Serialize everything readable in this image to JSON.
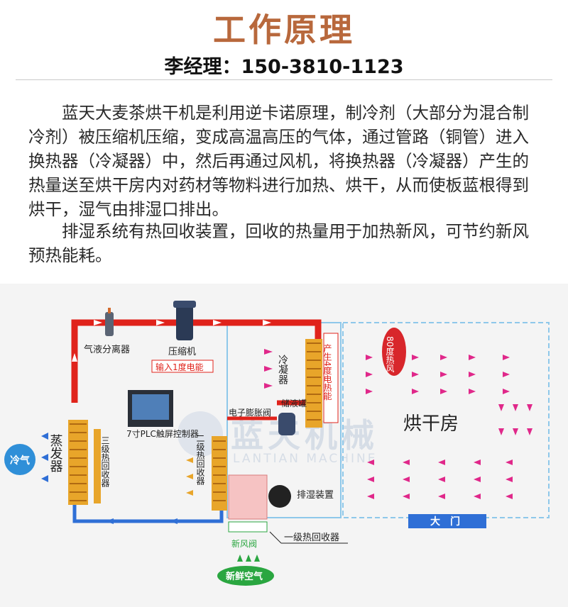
{
  "header": {
    "title": "工作原理",
    "contact": "李经理：150-3810-1123"
  },
  "paragraphs": [
    "蓝天大麦茶烘干机是利用逆卡诺原理，制冷剂（大部分为混合制冷剂）被压缩机压缩，变成高温高压的气体，通过管路（铜管）进入换热器（冷凝器）中，然后再通过风机，将换热器（冷凝器）产生的热量送至烘干房内对药材等物料进行加热、烘干，从而使板蓝根得到烘干，湿气由排湿口排出。",
    "排湿系统有热回收装置，回收的热量用于加热新风，可节约新风预热能耗。"
  ],
  "diagram": {
    "labels": {
      "separator": "气液分离器",
      "compressor": "压缩机",
      "input_power": "输入1度电能",
      "condenser": "冷凝器",
      "produce_heat": "产生4度电热能",
      "receiver": "储液罐",
      "expansion_valve": "电子膨胀阀",
      "plc": "7寸PLC触屏控制器",
      "evaporator": "蒸发器",
      "cold_air": "冷气",
      "third_recovery": "三级热回收器",
      "second_recovery": "二级热回收器",
      "first_recovery": "一级热回收器",
      "exhaust": "排湿装置",
      "fresh_air_valve": "新风阀",
      "fresh_air": "新鲜空气",
      "drying_room": "烘干房",
      "hot_air": "80度热风",
      "gate": "大　门",
      "watermark_cn": "蓝天机械",
      "watermark_en": "LANTIAN MACHINE"
    },
    "colors": {
      "hot_pipe": "#e0231b",
      "cold_pipe": "#2f6fd6",
      "coil": "#e8a52a",
      "air_arrow": "#e0288a",
      "room_border": "#8ec8ea",
      "gate": "#2f6fd6",
      "fresh_green": "#2aa640"
    }
  }
}
